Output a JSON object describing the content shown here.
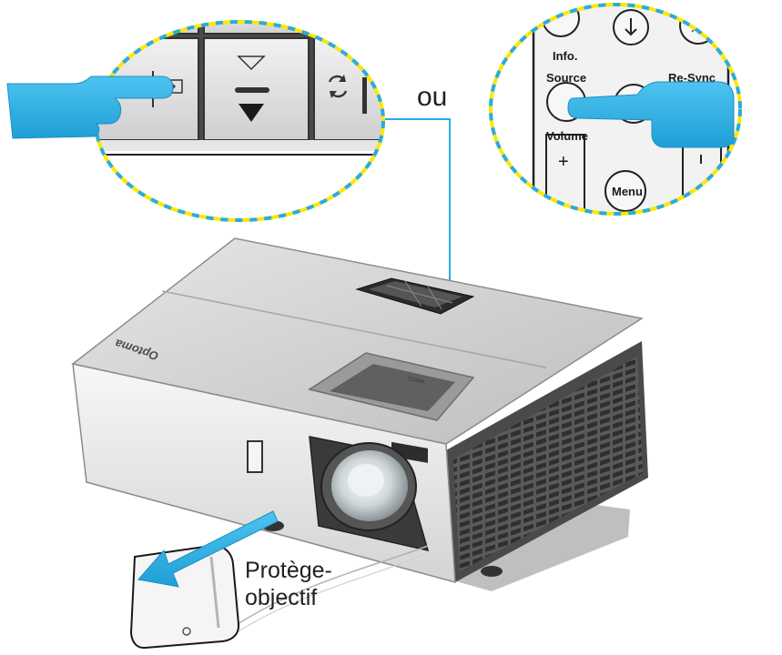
{
  "labels": {
    "or": "ou",
    "lens_cap_line1": "Protège-",
    "lens_cap_line2": "objectif"
  },
  "remote": {
    "info": "Info.",
    "source": "Source",
    "resync": "Re-Sync",
    "volume": "Volume",
    "menu": "Menu",
    "plus": "+"
  },
  "projector": {
    "brand": "Optoma"
  },
  "colors": {
    "hand": "#29abe2",
    "callout_dash_yellow": "#ffe600",
    "callout_dash_blue": "#29abe2",
    "leader_line": "#29abe2",
    "body_light": "#f2f2f2",
    "body_mid": "#d9d9d9",
    "body_dark": "#4d4d4d"
  },
  "icons": [
    "hand-pointer-icon",
    "source-input-icon",
    "down-triangle-icon",
    "resync-icon",
    "download-arrow-icon",
    "laser-icon",
    "pull-arrow-icon"
  ]
}
